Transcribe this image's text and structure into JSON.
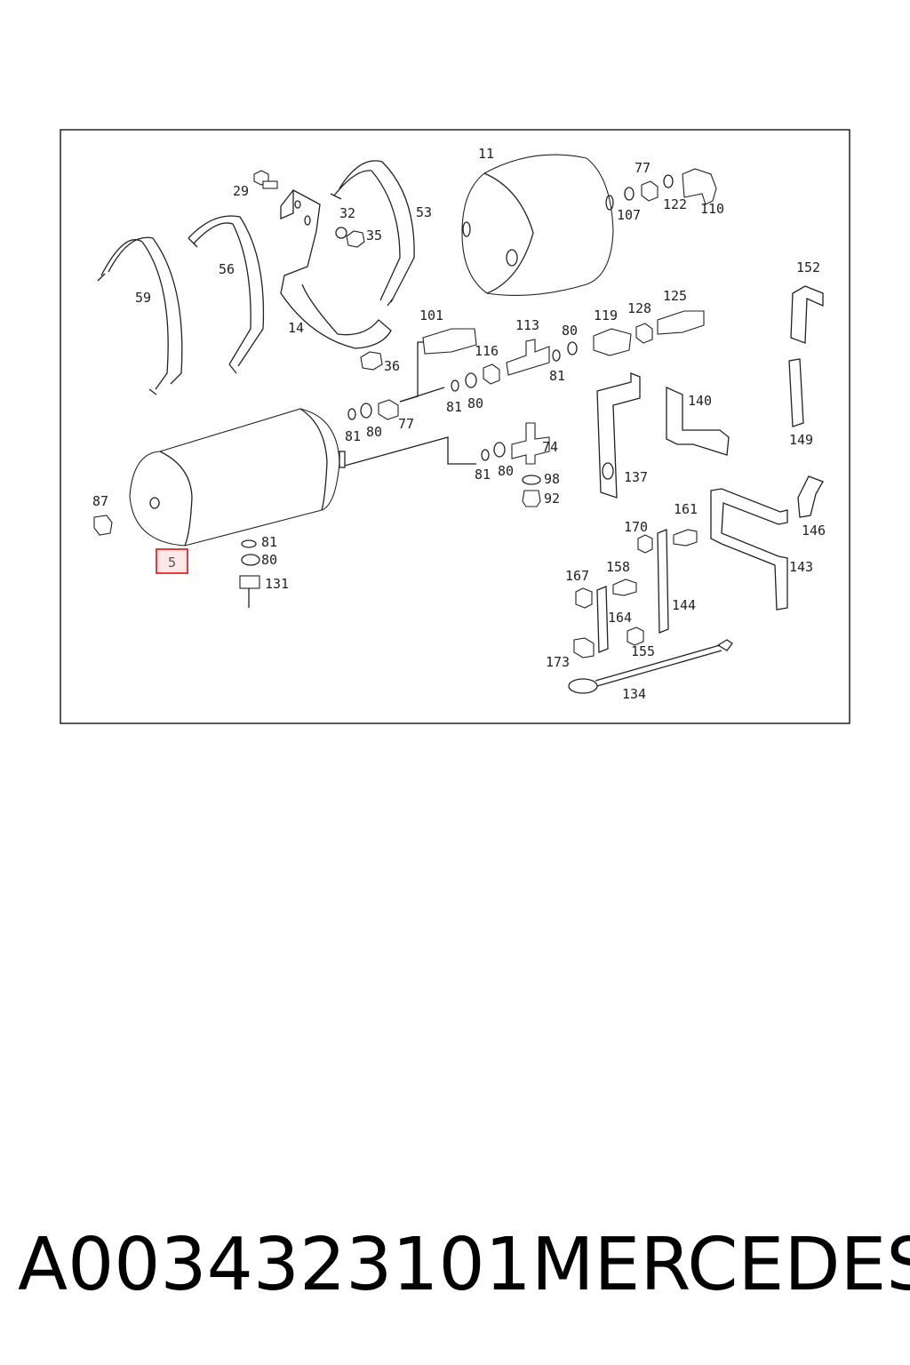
{
  "diagram": {
    "highlight_color": "#e0262c",
    "highlighted_label": "5",
    "labels": [
      "11",
      "77",
      "29",
      "32",
      "35",
      "53",
      "107",
      "122",
      "110",
      "56",
      "59",
      "14",
      "36",
      "101",
      "113",
      "80",
      "119",
      "128",
      "125",
      "152",
      "116",
      "81",
      "140",
      "149",
      "81",
      "80",
      "77",
      "81",
      "80",
      "74",
      "81",
      "80",
      "98",
      "92",
      "137",
      "87",
      "5",
      "81",
      "80",
      "131",
      "170",
      "161",
      "146",
      "158",
      "167",
      "144",
      "143",
      "164",
      "155",
      "173",
      "134"
    ]
  },
  "caption": {
    "part_number": "A0034323101",
    "brand": "MERCEDES"
  }
}
